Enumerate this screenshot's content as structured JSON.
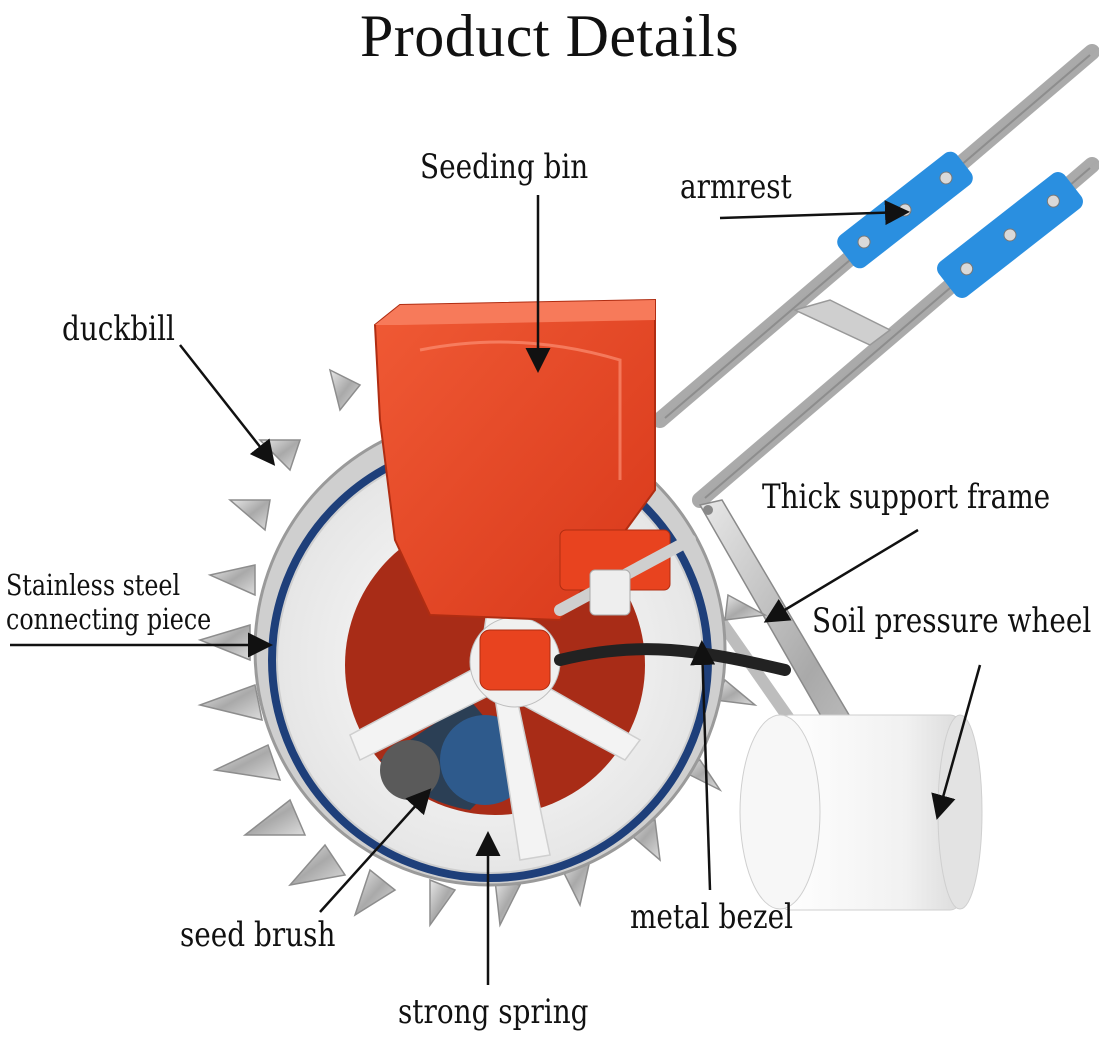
{
  "title": "Product Details",
  "labels": {
    "seeding_bin": "Seeding bin",
    "armrest": "armrest",
    "duckbill": "duckbill",
    "stainless_steel_line1": "Stainless steel",
    "stainless_steel_line2": "connecting piece",
    "thick_support_frame": "Thick support frame",
    "soil_pressure_wheel": "Soil pressure wheel",
    "seed_brush": "seed brush",
    "metal_bezel": "metal bezel",
    "strong_spring": "strong spring"
  },
  "colors": {
    "seeding_bin": "#e8431f",
    "armrest": "#2a8fe0",
    "wheel_rim": "#1e3f7a",
    "frame": "#c8c8c8",
    "pressure_wheel": "#f4f4f4"
  }
}
